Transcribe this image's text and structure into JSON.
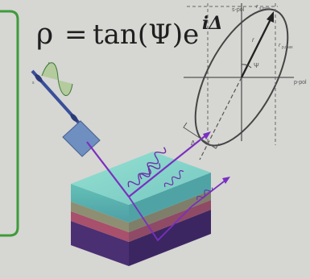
{
  "equation": {
    "lhs": "ρ",
    "eq_sign": "=",
    "rhs_main": "tan(Ψ)e",
    "exponent": "iΔ"
  },
  "ellipse_labels": {
    "s_pol": "s-pol",
    "p_pol": "p-pol",
    "s_max": "r",
    "s_max_sub": "s,max",
    "p_max": "r",
    "p_max_sub": "p,max",
    "r": "r",
    "psi": "Ψ",
    "delta": "Δ"
  },
  "polarizer_labels": {
    "a": "r",
    "b": "s"
  },
  "colors": {
    "background": "#d6d6d3",
    "beam": "#7a2fc0",
    "wave": "#6b2fa8",
    "ellipse": "#444444",
    "green_frame": "#3f9b3a",
    "layer_top": "#5fb8b0",
    "layer_mid": "#b2576e",
    "layer_bottom": "#5a3a7e"
  }
}
